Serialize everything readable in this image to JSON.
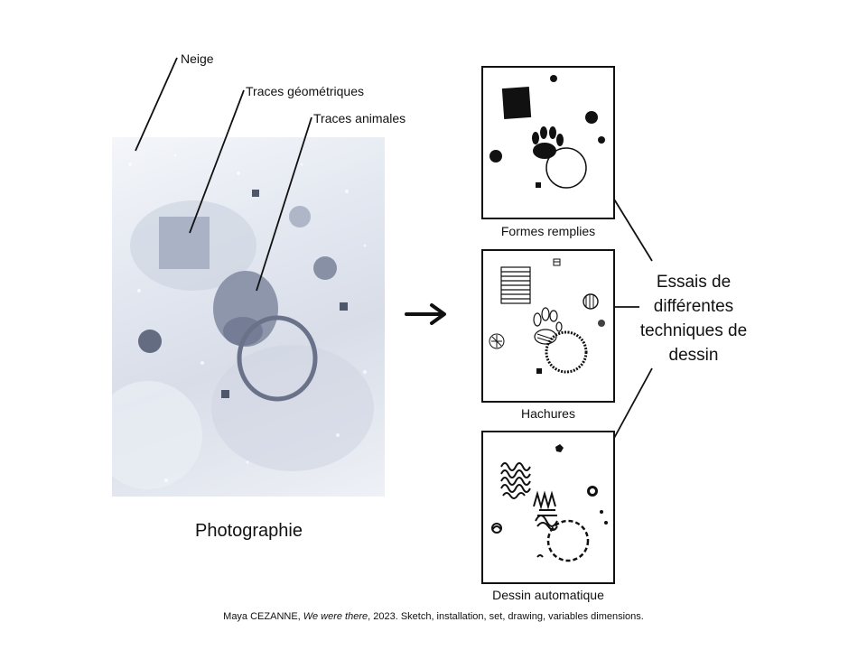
{
  "labels": {
    "neige": "Neige",
    "traces_geometriques": "Traces géométriques",
    "traces_animales": "Traces animales",
    "photographie": "Photographie"
  },
  "panels": [
    {
      "caption": "Formes remplies"
    },
    {
      "caption": "Hachures"
    },
    {
      "caption": "Dessin automatique"
    }
  ],
  "essais": {
    "line1": "Essais de",
    "line2": "différentes",
    "line3": "techniques de",
    "line4": "dessin"
  },
  "credit": {
    "author": "Maya CEZANNE, ",
    "title": "We were there",
    "rest": ", 2023. Sketch, installation, set, drawing, variables dimensions."
  },
  "colors": {
    "ink": "#111111",
    "snow_light": "#f4f6fa",
    "snow_shadow": "#9aa3b8"
  },
  "icons": {
    "arrow": "arrow-right-icon"
  }
}
